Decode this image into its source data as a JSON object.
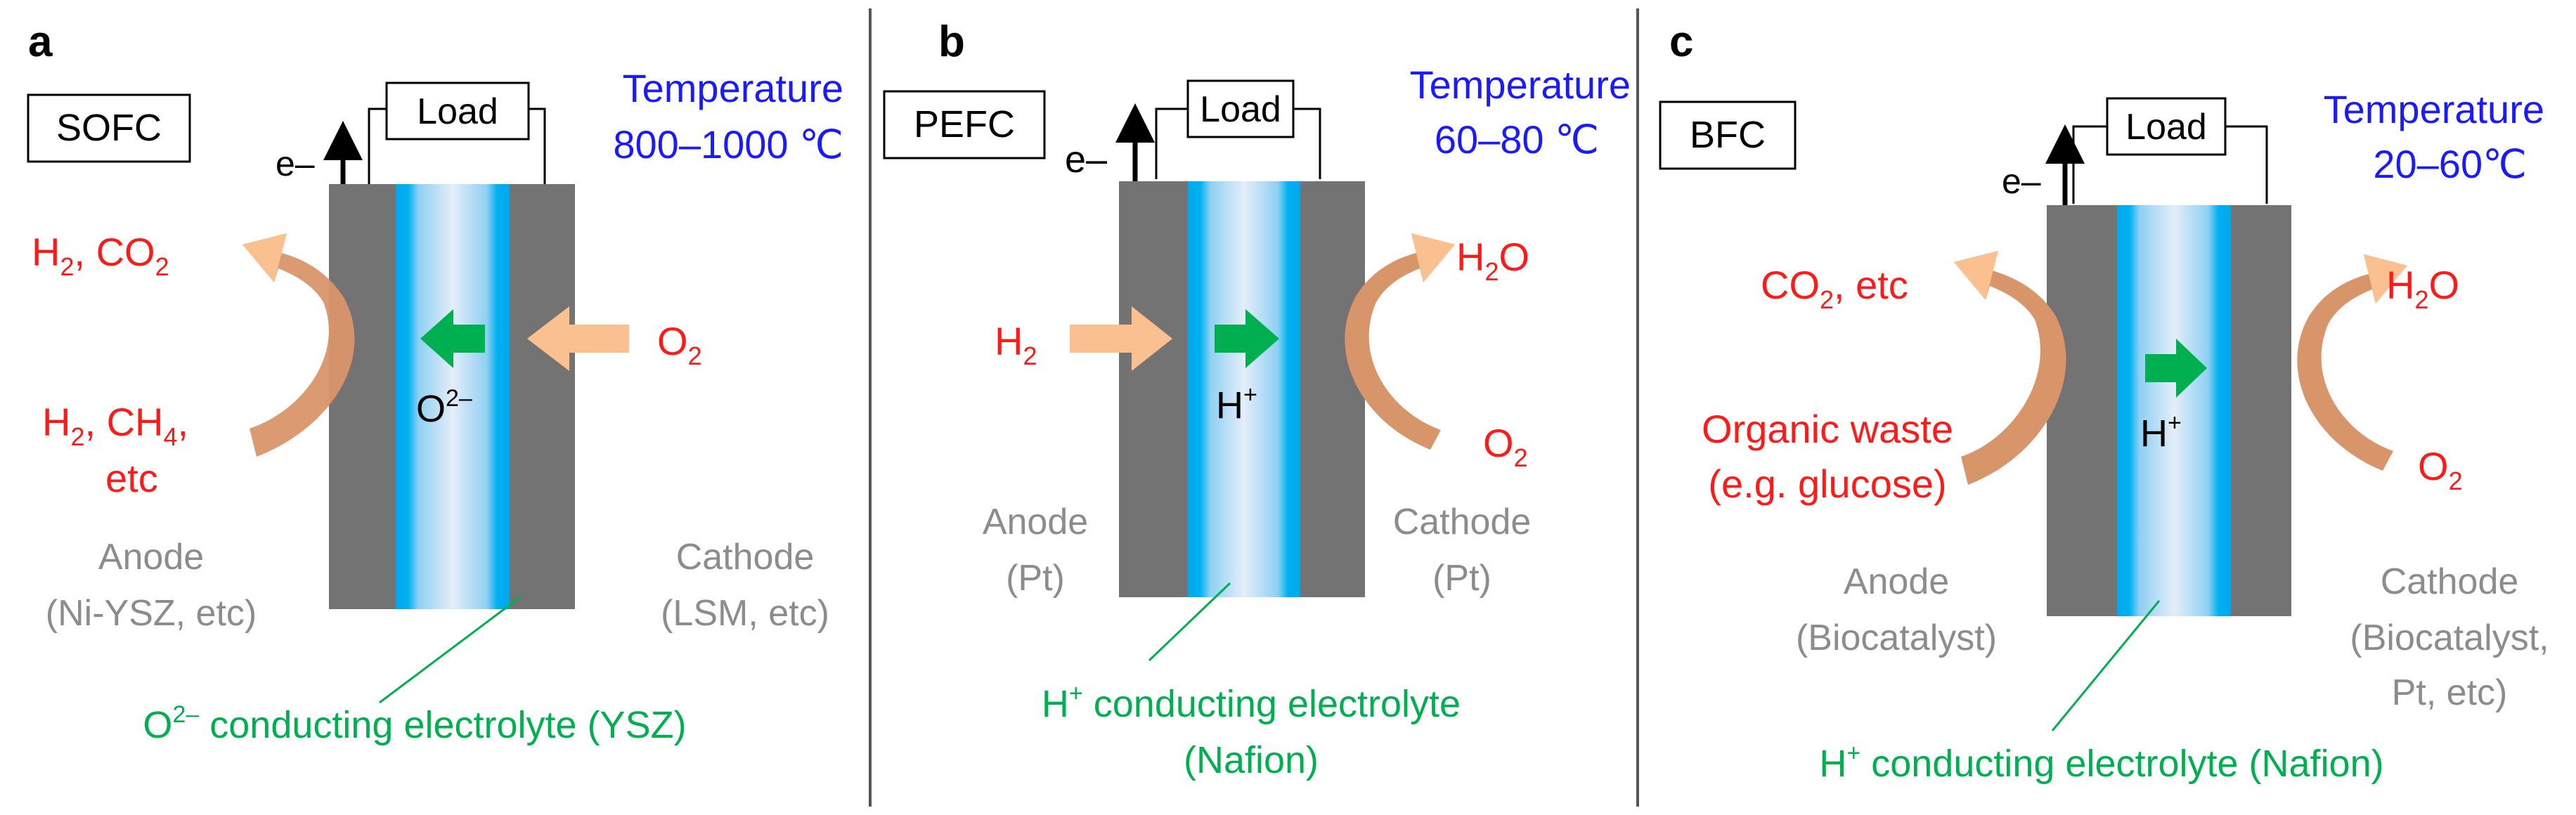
{
  "colors": {
    "red": "#ff1a1a",
    "blue": "#1a1aff",
    "green": "#00b050",
    "gray_text": "#8c8c8c",
    "electrode": "#737373",
    "electrolyte_edge": "#00b0f0",
    "electrolyte_mid": "#dbeaf7",
    "input_arrow": "#fbc08f",
    "curved_arrow": "#d9956a",
    "ion_arrow": "#00b050"
  },
  "panels": [
    {
      "letter": "a",
      "name": "SOFC",
      "load": "Load",
      "electron": "e–",
      "temp_label": "Temperature",
      "temp_value": "800–1000 ℃",
      "ion": {
        "main": "O",
        "sup": "2–"
      },
      "ion_direction": "left",
      "anode": {
        "line1": "Anode",
        "line2": "(Ni-YSZ, etc)"
      },
      "cathode": {
        "line1": "Cathode",
        "line2": "(LSM, etc)"
      },
      "electrolyte": {
        "sup_base": "O",
        "sup": "2–",
        "rest": " conducting electrolyte (YSZ)"
      },
      "species": {
        "anode_out": {
          "a": "H",
          "a_sub": "2",
          "b": ", CO",
          "b_sub": "2"
        },
        "anode_in_1": {
          "a": "H",
          "a_sub": "2",
          "b": ", CH",
          "b_sub": "4",
          "c": ","
        },
        "anode_in_2": "etc",
        "cathode_in": {
          "a": "O",
          "a_sub": "2"
        }
      }
    },
    {
      "letter": "b",
      "name": "PEFC",
      "load": "Load",
      "electron": "e–",
      "temp_label": "Temperature",
      "temp_value": "60–80 ℃",
      "ion": {
        "main": "H",
        "sup": "+"
      },
      "ion_direction": "right",
      "anode": {
        "line1": "Anode",
        "line2": "(Pt)"
      },
      "cathode": {
        "line1": "Cathode",
        "line2": "(Pt)"
      },
      "electrolyte": {
        "sup_base": "H",
        "sup": "+",
        "rest": " conducting electrolyte",
        "line2": "(Nafion)"
      },
      "species": {
        "anode_in": {
          "a": "H",
          "a_sub": "2"
        },
        "cathode_out": {
          "a": "H",
          "a_sub": "2",
          "b": "O"
        },
        "cathode_in": {
          "a": "O",
          "a_sub": "2"
        }
      }
    },
    {
      "letter": "c",
      "name": "BFC",
      "load": "Load",
      "electron": "e–",
      "temp_label": "Temperature",
      "temp_value": "20–60℃",
      "ion": {
        "main": "H",
        "sup": "+"
      },
      "ion_direction": "right",
      "anode": {
        "line1": "Anode",
        "line2": "(Biocatalyst)"
      },
      "cathode": {
        "line1": "Cathode",
        "line2": "(Biocatalyst,",
        "line3": "Pt, etc)"
      },
      "electrolyte": {
        "sup_base": "H",
        "sup": "+",
        "rest": " conducting electrolyte (Nafion)"
      },
      "species": {
        "anode_out": {
          "a": "CO",
          "a_sub": "2",
          "b": ", etc"
        },
        "anode_in_1": "Organic waste",
        "anode_in_2": "(e.g. glucose)",
        "cathode_out": {
          "a": "H",
          "a_sub": "2",
          "b": "O"
        },
        "cathode_in": {
          "a": "O",
          "a_sub": "2"
        }
      }
    }
  ]
}
